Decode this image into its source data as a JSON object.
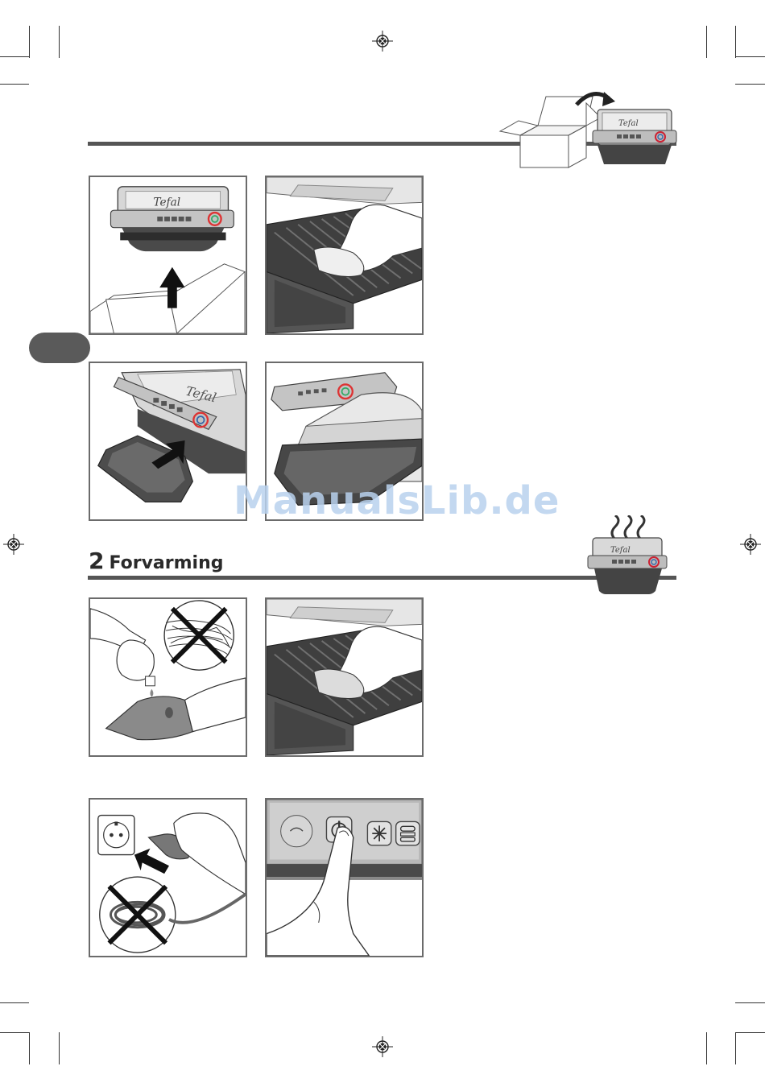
{
  "section": {
    "number": "2",
    "title": "Forvarming"
  },
  "brand": {
    "logo_text": "Tefal"
  },
  "watermark": {
    "text": "ManualsLib.de"
  },
  "icons": {
    "unboxing": "grill-unboxing-icon",
    "preheat": "grill-preheat-icon",
    "registration": "registration-mark-icon"
  },
  "colors": {
    "rule": "#555555",
    "tab": "#5a5a5a",
    "panel_border": "#6b6b6b",
    "watermark": "#b9d2ee"
  }
}
